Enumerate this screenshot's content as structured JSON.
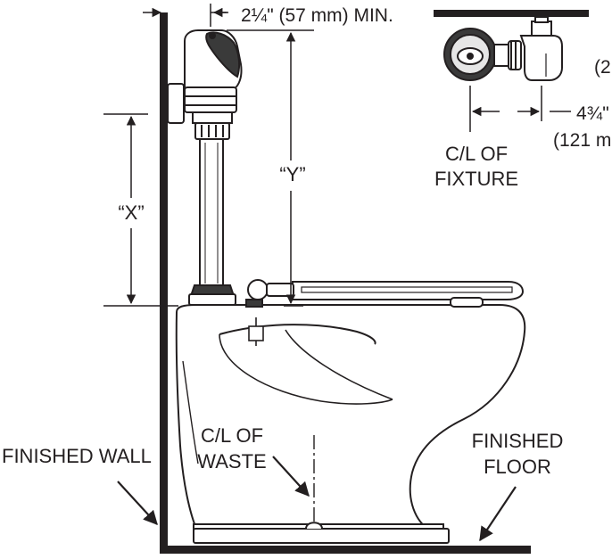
{
  "colors": {
    "ink": "#231f20",
    "fill_light": "#ffffff",
    "fill_gray": "#e6e6e6",
    "fill_dark": "#3a3a3a"
  },
  "dimensions": {
    "top_clearance": "2¼\" (57 mm) MIN.",
    "x_label": "“X”",
    "y_label": "“Y”",
    "side_offset_line1": "4¾\"",
    "side_offset_line2": "(121 m",
    "side_partial_top": "(2"
  },
  "labels": {
    "cl_fixture_line1": "C/L OF",
    "cl_fixture_line2": "FIXTURE",
    "cl_waste_line1": "C/L OF",
    "cl_waste_line2": "WASTE",
    "finished_wall": "FINISHED WALL",
    "finished_floor_line1": "FINISHED",
    "finished_floor_line2": "FLOOR"
  }
}
